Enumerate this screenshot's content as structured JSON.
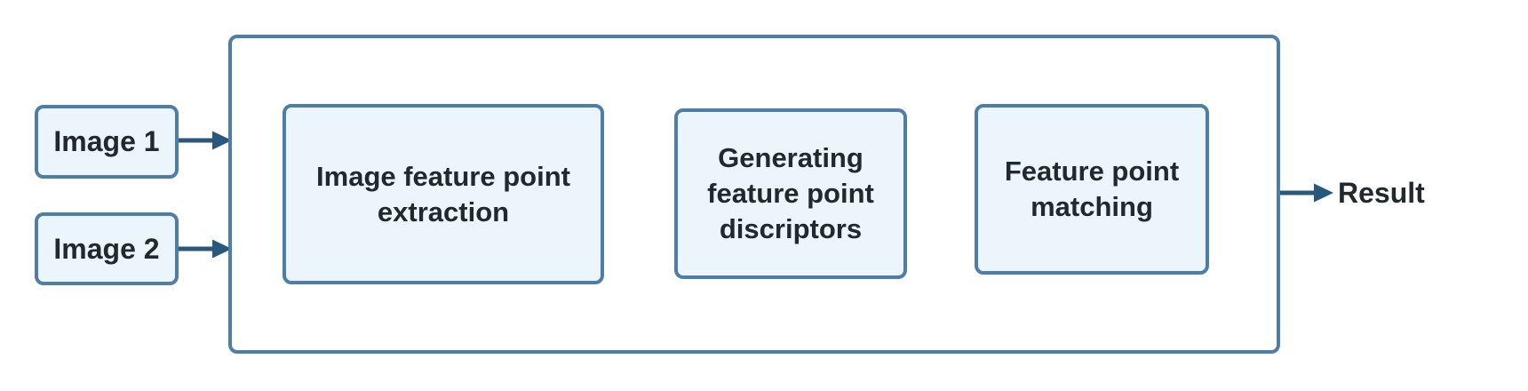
{
  "diagram": {
    "title": "feature-matching-pipeline",
    "inputs": [
      {
        "label": "Image 1"
      },
      {
        "label": "Image 2"
      }
    ],
    "pipeline": {
      "steps": [
        {
          "label": "Image feature point\nextraction"
        },
        {
          "label": "Generating\nfeature point\ndiscriptors"
        },
        {
          "label": "Feature point\nmatching"
        }
      ]
    },
    "output": {
      "label": "Result"
    },
    "colors": {
      "box_border": "#4d7ea8",
      "box_fill": "#ecf5fb",
      "container_fill": "#ffffff",
      "arrow": "#28587d",
      "text": "#21282e",
      "background": "#ffffff"
    }
  }
}
